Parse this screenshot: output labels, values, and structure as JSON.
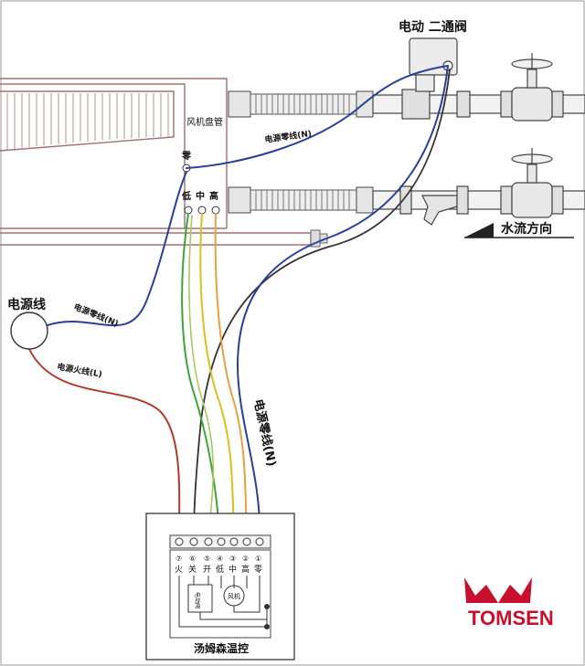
{
  "labels": {
    "valve": "电动 二通阀",
    "fan_coil": "风机盘管",
    "neutral_terminal": "零",
    "speed_low": "低",
    "speed_mid": "中",
    "speed_high": "高",
    "power_neutral_top": "电源零线(N)",
    "water_flow": "水流方向",
    "power_cable": "电源线",
    "power_neutral_left": "电源零线(N)",
    "power_live": "电源火线(L)",
    "power_neutral_center": "电源零线(N)",
    "thermostat": "汤姆森温控",
    "valve_box": "电动阀",
    "fan_box": "风机"
  },
  "terminals": {
    "numbers": [
      "⑦",
      "⑥",
      "⑤",
      "④",
      "③",
      "②",
      "①"
    ],
    "names": [
      "火",
      "关",
      "开",
      "低",
      "中",
      "高",
      "零"
    ]
  },
  "brand": {
    "name": "TOMSEN",
    "color": "#c8102e"
  },
  "colors": {
    "frame": "#a07070",
    "blue": "#2a3f9a",
    "red": "#b03a2e",
    "green": "#3aa63a",
    "yellow": "#d8c020",
    "orange": "#e8a040",
    "light_green": "#a8c860",
    "gray_wire": "#444444"
  }
}
